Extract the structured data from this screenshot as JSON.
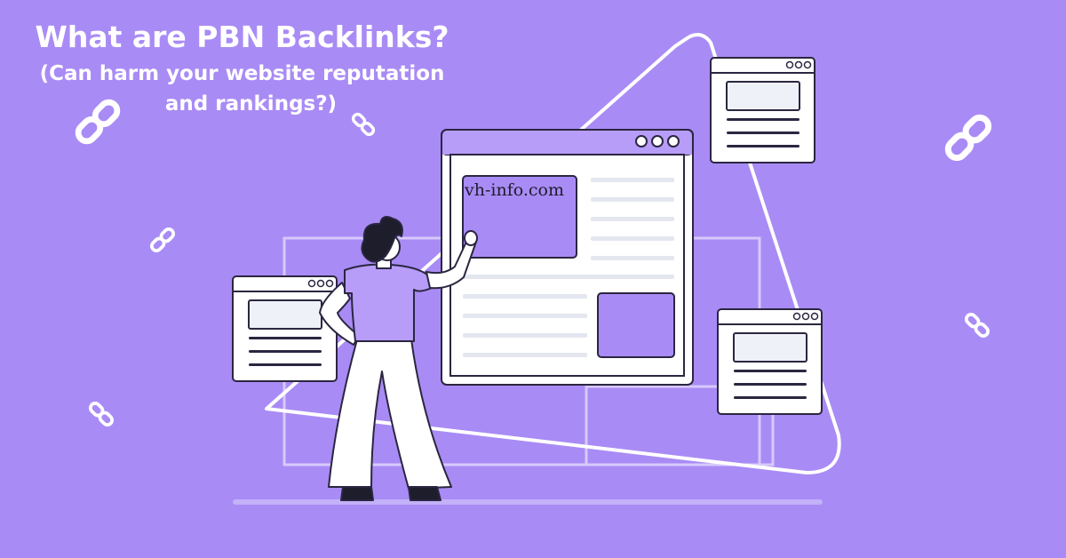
{
  "heading": {
    "title": "What are PBN Backlinks?",
    "subtitle_line1": "(Can harm your website reputation",
    "subtitle_line2": "and rankings?)"
  },
  "browser_main": {
    "domain_text": "vh-info.com"
  },
  "colors": {
    "background": "#a98bf5",
    "window_fill": "#ffffff",
    "window_accent": "#a98bf5",
    "outline": "#2b2640",
    "line_gray": "#e4e6f0",
    "panel_fill": "#eef1f8"
  },
  "icons": [
    "link-icon",
    "person-illustration",
    "browser-window"
  ]
}
